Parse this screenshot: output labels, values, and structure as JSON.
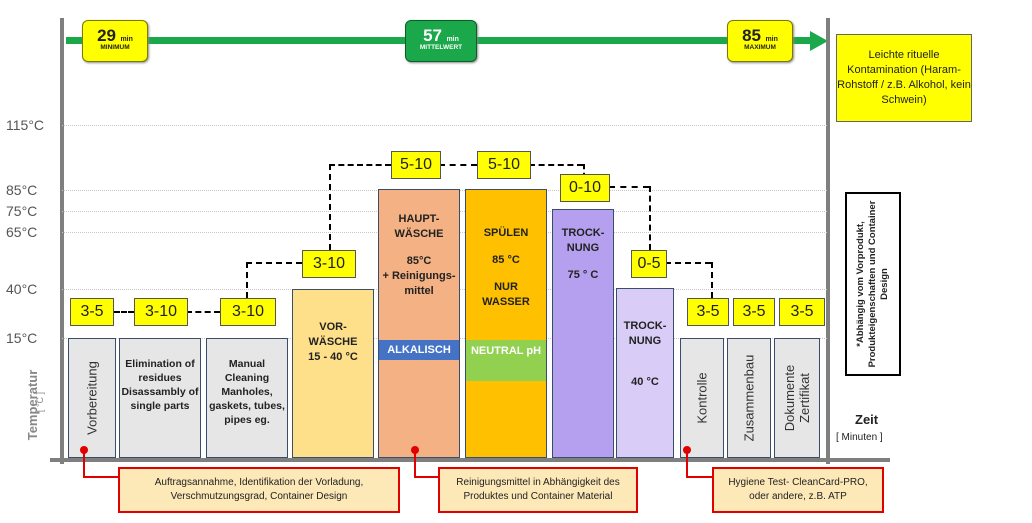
{
  "timeline": {
    "minimum": {
      "value": "29",
      "unit": "min",
      "label": "MINIMUM"
    },
    "average": {
      "value": "57",
      "unit": "min",
      "label": "MITTELWERT"
    },
    "maximum": {
      "value": "85",
      "unit": "min",
      "label": "MAXIMUM"
    }
  },
  "contamination_note": "Leichte rituelle Kontamination (Haram-Rohstoff / z.B. Alkohol, kein Schwein)",
  "side_note": "*Abhängig vom Vorprodukt, Produkteigenschaften und Container Design",
  "axis": {
    "y_title": "Temperatur",
    "y_unit": "[ °C ]",
    "x_title": "Zeit",
    "x_unit": "[ Minuten ]",
    "ticks": [
      "115°C",
      "85°C",
      "75°C",
      "65°C",
      "40°C",
      "15°C"
    ]
  },
  "steps": [
    {
      "name": "Vorbereitung",
      "time": "3-5"
    },
    {
      "name": "Elimination of residues Disassambly of single parts",
      "time": "3-10"
    },
    {
      "name": "Manual Cleaning Manholes, gaskets, tubes, pipes eg.",
      "time": "3-10"
    },
    {
      "name": "VOR-WÄSCHE 15 - 40 °C",
      "time": "3-10"
    },
    {
      "name": "HAUPT-WÄSCHE",
      "temp": "85°C",
      "extra": "+ Reinigungs-mittel",
      "band": "ALKALISCH",
      "time": "5-10"
    },
    {
      "name": "SPÜLEN",
      "temp": "85 °C",
      "extra": "NUR WASSER",
      "band": "NEUTRAL pH",
      "time": "5-10"
    },
    {
      "name": "TROCK-NUNG",
      "temp": "75 ° C",
      "time": "0-10"
    },
    {
      "name": "TROCK-NUNG",
      "temp": "40 °C",
      "time": "0-5"
    },
    {
      "name": "Kontrolle",
      "time": "3-5"
    },
    {
      "name": "Zusammenbau",
      "time": "3-5"
    },
    {
      "name": "Dokumente Zertifikat",
      "time": "3-5"
    }
  ],
  "notes": {
    "left": "Auftragsannahme, Identifikation der Vorladung, Verschmutzungsgrad, Container Design",
    "middle": "Reinigungsmittel in Abhängigkeit des Produktes und Container Material",
    "right": "Hygiene Test- CleanCard-PRO, oder andere, z.B. ATP"
  },
  "colors": {
    "arrow": "#1aa84a",
    "time_box": "#ffff00",
    "grey_step": "#e6e6e6",
    "vorwaesche": "#ffe08a",
    "hauptwaesche": "#f4b183",
    "spuelen": "#ffc000",
    "trocknung75": "#b4a0ee",
    "trocknung40": "#d9ccf7",
    "alkalisch": "#4472c4",
    "neutral": "#92d050",
    "note_border": "#e00000"
  }
}
